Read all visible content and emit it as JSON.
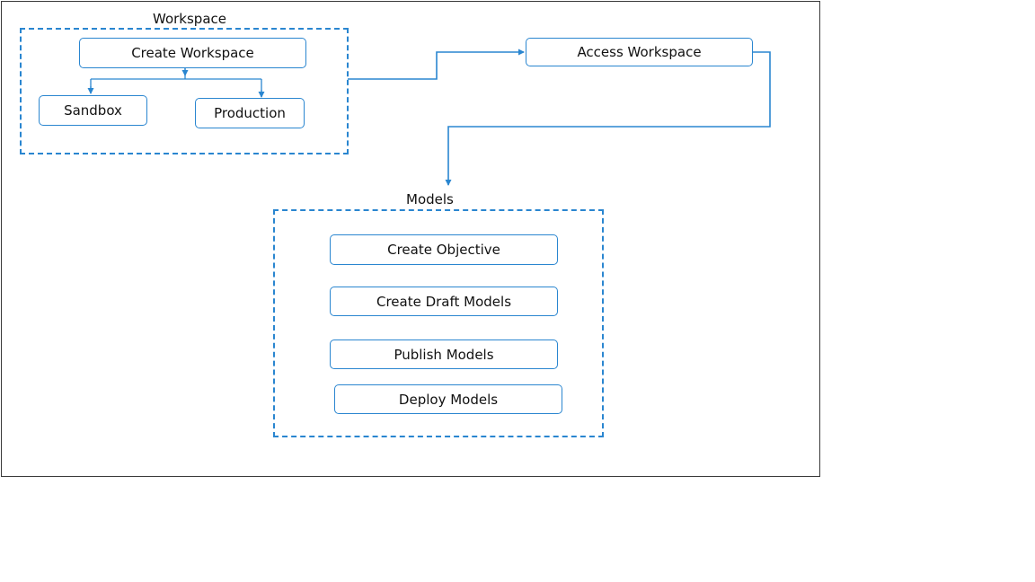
{
  "colors": {
    "accent": "#2a86d0",
    "border": "#3a3a3a",
    "text": "#111111"
  },
  "workspace": {
    "label": "Workspace",
    "create": "Create Workspace",
    "sandbox": "Sandbox",
    "production": "Production"
  },
  "access": {
    "label": "Access Workspace"
  },
  "models": {
    "label": "Models",
    "items": [
      "Create Objective",
      "Create Draft Models",
      "Publish Models",
      "Deploy Models"
    ]
  }
}
